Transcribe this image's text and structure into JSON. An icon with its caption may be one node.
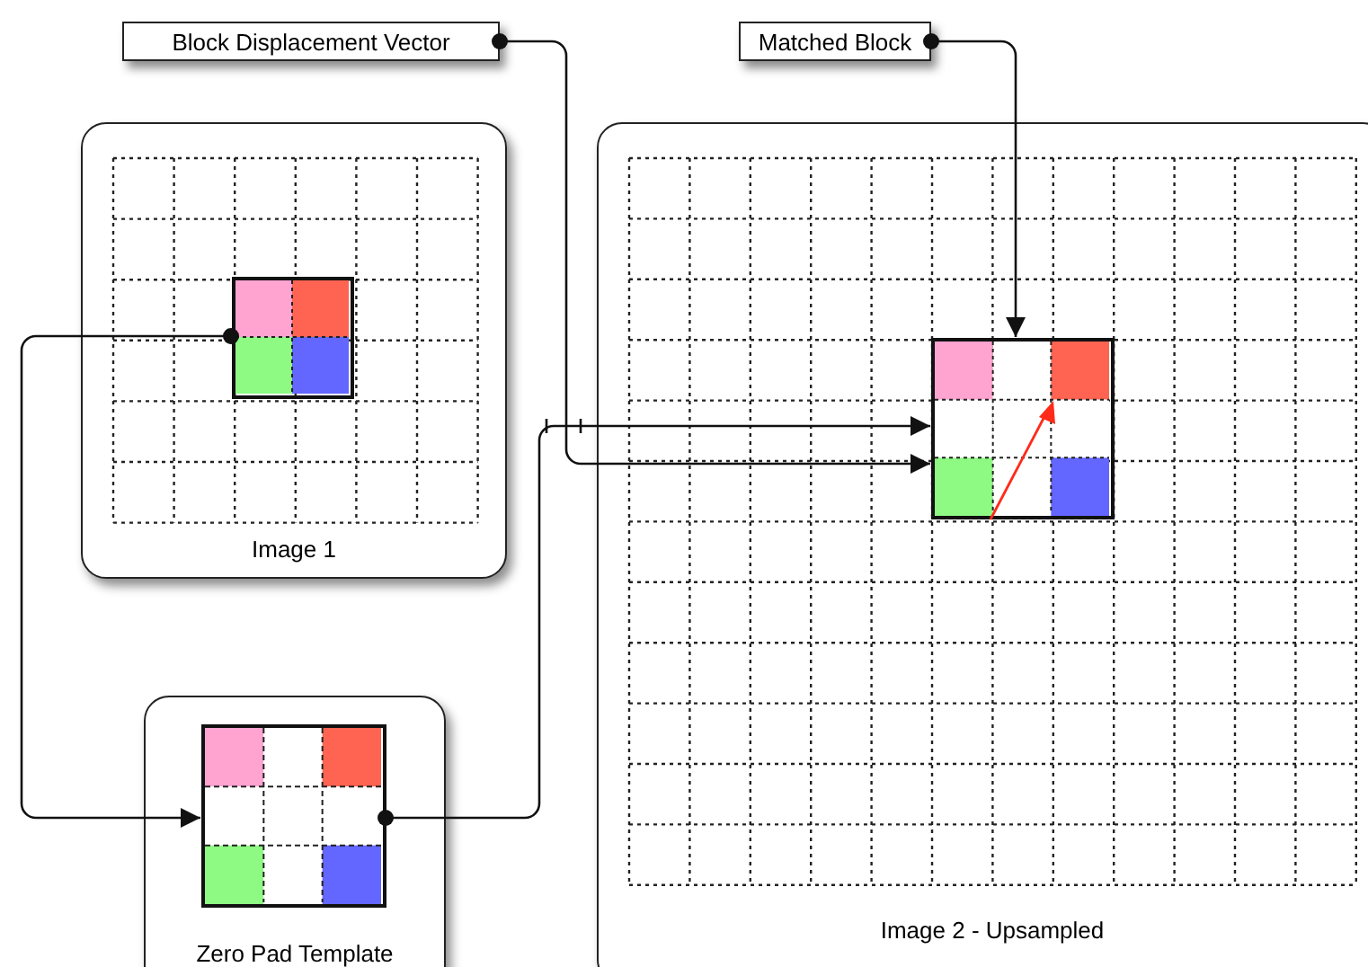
{
  "diagram": {
    "nodes": [
      {
        "text": [
          "Block Displacement Vector"
        ]
      },
      {
        "text": [
          "Matched Block"
        ]
      },
      {
        "text": [
          "Image 1"
        ]
      },
      {
        "text": [],
        "shape": "box",
        "in": 2
      },
      {
        "text": [
          "Zero Pad Template"
        ]
      },
      {
        "text": [],
        "shape": "box",
        "in": 4
      },
      {
        "text": [
          "Image 2 - Upsampled"
        ]
      },
      {
        "text": [],
        "shape": "box",
        "in": 6
      }
    ],
    "edges": [
      {
        "from": 3,
        "to": 5,
        "arrow": "to"
      },
      {
        "from": 5,
        "to": 7,
        "arrow": "to"
      },
      {
        "from": 0,
        "to": 7,
        "arrow": "to"
      },
      {
        "from": 1,
        "to": 7,
        "arrow": "to"
      }
    ]
  }
}
